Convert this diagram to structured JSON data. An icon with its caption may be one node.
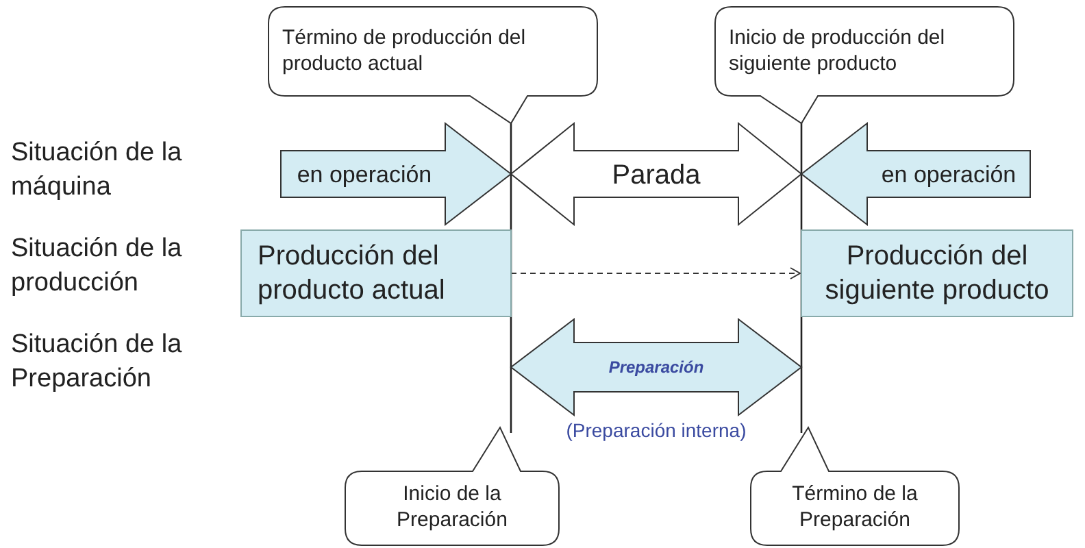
{
  "diagram": {
    "nodes": [
      {
        "text": [
          "Término de producción del producto actual"
        ]
      },
      {
        "text": [
          "Inicio de producción del siguiente producto"
        ]
      },
      {
        "text": [
          "en operación"
        ]
      },
      {
        "text": [
          "Parada"
        ]
      },
      {
        "text": [
          "en operación"
        ]
      },
      {
        "text": [
          "Producción del producto actual"
        ]
      },
      {
        "text": [
          "Producción del siguiente producto"
        ]
      },
      {
        "text": [
          "Preparación"
        ],
        "beside": [
          "(Preparación interna)"
        ]
      },
      {
        "text": [
          "Inicio de la Preparación"
        ]
      },
      {
        "text": [
          "Término de la Preparación"
        ]
      }
    ],
    "edges": [
      {
        "from": 5,
        "to": 6,
        "arrow": "to",
        "style": "dashed"
      }
    ],
    "labels": [
      "Situación de la máquina",
      "Situación de la producción",
      "Situación de la Preparación"
    ]
  }
}
